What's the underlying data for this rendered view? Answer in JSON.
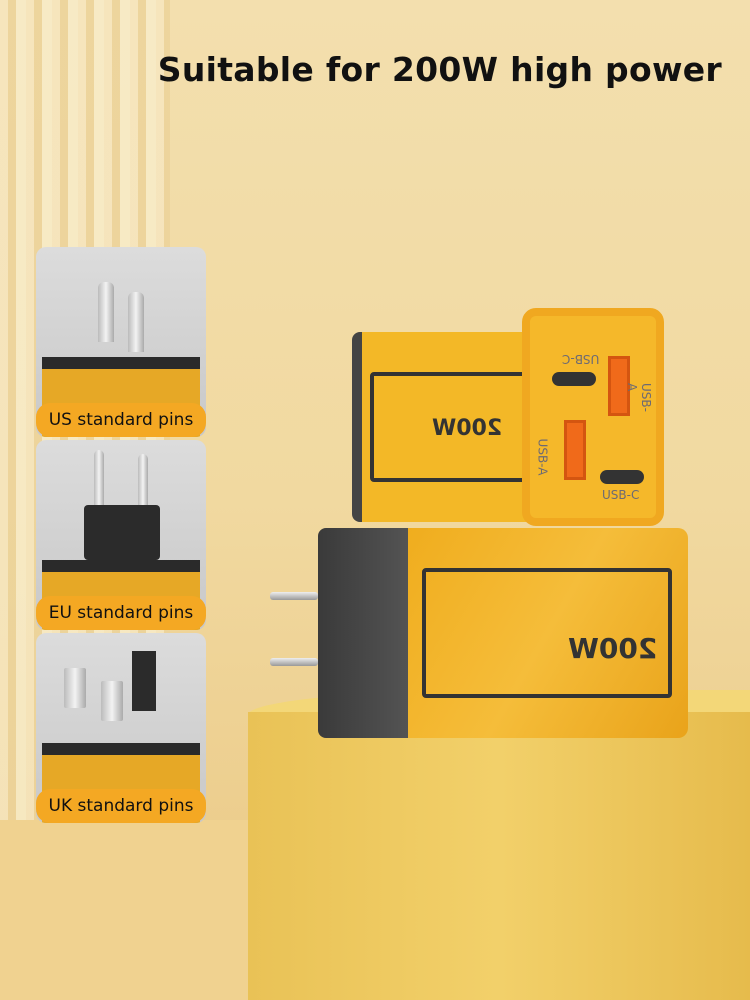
{
  "headline": "Suitable for 200W high power",
  "pin_cards": [
    {
      "label": "US standard pins"
    },
    {
      "label": "EU standard pins"
    },
    {
      "label": "UK standard pins"
    }
  ],
  "charger": {
    "wattage": "200W",
    "ports": {
      "usb_c_top": "USB-C",
      "usb_a_right": "USB-A",
      "usb_a_left": "USB-A",
      "usb_c_bottom": "USB-C"
    }
  },
  "colors": {
    "accent": "#f4a823",
    "body": "#f0ad1e",
    "dark": "#333333"
  }
}
